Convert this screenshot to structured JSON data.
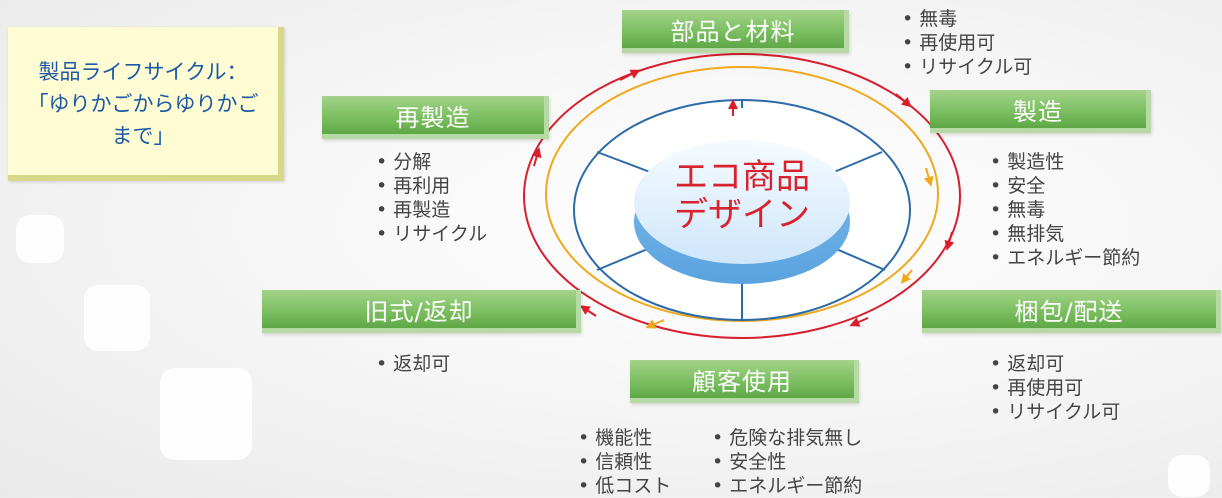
{
  "title_note": "製品ライフサイクル：\n「ゆりかごからゆりかご\nまで」",
  "center": {
    "line1": "エコ商品",
    "line2": "デザイン"
  },
  "stages": {
    "parts": {
      "label": "部品と材料",
      "bullets": [
        "無毒",
        "再使用可",
        "リサイクル可"
      ]
    },
    "manufacturing": {
      "label": "製造",
      "bullets": [
        "製造性",
        "安全",
        "無毒",
        "無排気",
        "エネルギー節約"
      ]
    },
    "packaging": {
      "label": "梱包/配送",
      "bullets": [
        "返却可",
        "再使用可",
        "リサイクル可"
      ]
    },
    "customer": {
      "label": "顧客使用",
      "bullets_left": [
        "機能性",
        "信頼性",
        "低コスト"
      ],
      "bullets_right": [
        "危険な排気無し",
        "安全性",
        "エネルギー節約"
      ]
    },
    "obsolete": {
      "label": "旧式/返却",
      "bullets": [
        "返却可"
      ]
    },
    "remanufacturing": {
      "label": "再製造",
      "bullets": [
        "分解",
        "再利用",
        "再製造",
        "リサイクル"
      ]
    }
  },
  "colors": {
    "outer_ring": "#d81e2c",
    "inner_ring": "#f0a81c",
    "label_green": "#7cbf62",
    "center_text": "#d8222c",
    "note_text": "#1b5aa6"
  }
}
